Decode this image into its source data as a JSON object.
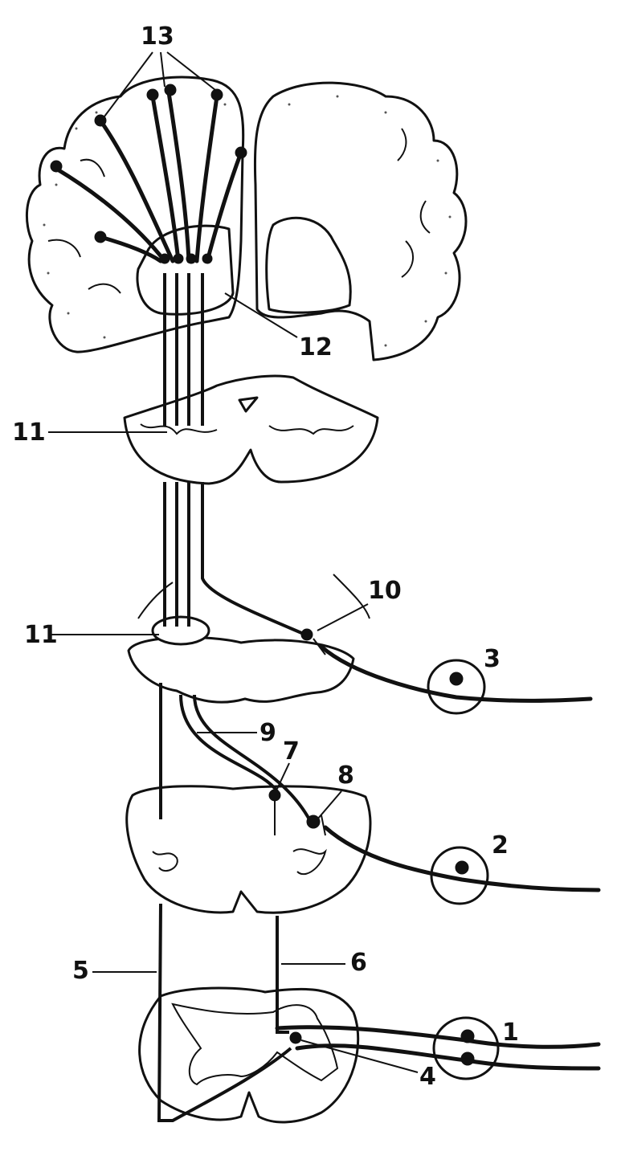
{
  "labels": {
    "l1": "1",
    "l2": "2",
    "l3": "3",
    "l4": "4",
    "l5": "5",
    "l6": "6",
    "l7": "7",
    "l8": "8",
    "l9": "9",
    "l10": "10",
    "l11_upper": "11",
    "l11_lower": "11",
    "l12": "12",
    "l13": "13"
  }
}
